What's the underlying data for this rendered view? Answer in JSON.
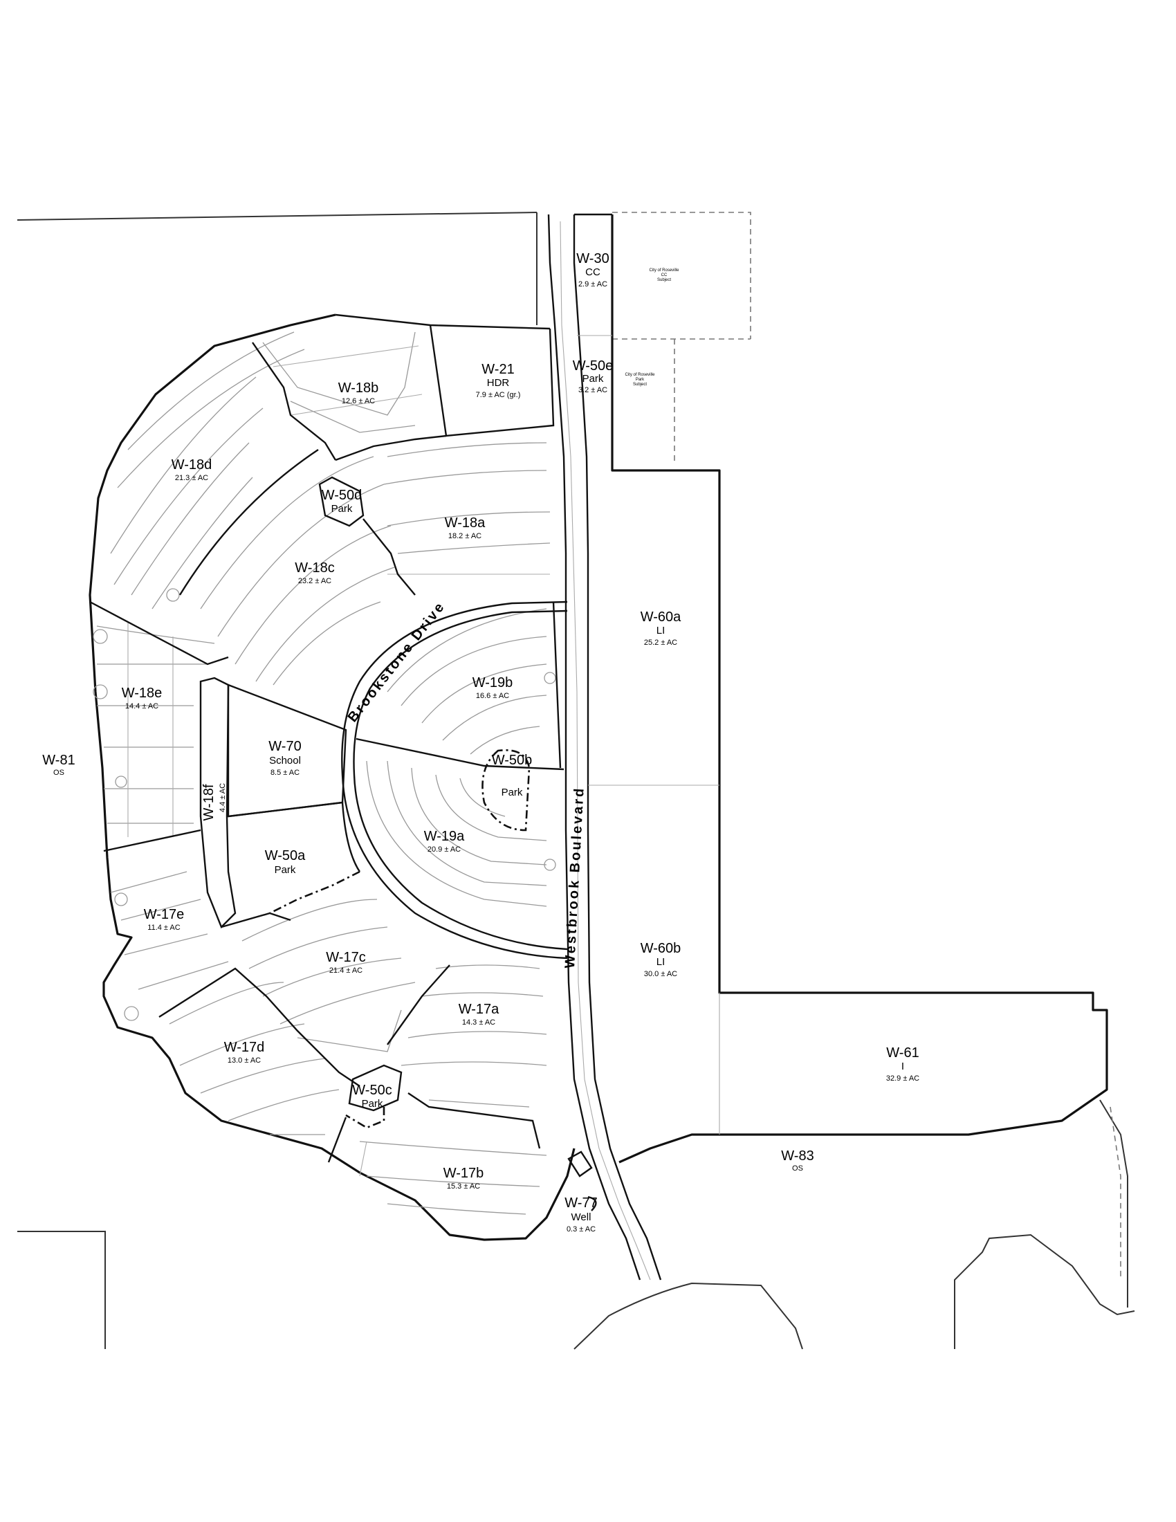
{
  "map": {
    "streets": {
      "brookstone": "Brookstone Drive",
      "westbrook": "Westbrook Boulevard"
    },
    "parcels": [
      {
        "id": "W-30",
        "use": "CC",
        "area": "2.9 ± AC"
      },
      {
        "id": "W-21",
        "use": "HDR",
        "area": "7.9 ± AC (gr.)"
      },
      {
        "id": "W-50e",
        "use": "Park",
        "area": "3.2 ± AC"
      },
      {
        "id": "W-18b",
        "use": "",
        "area": "12.6 ± AC"
      },
      {
        "id": "W-18d",
        "use": "",
        "area": "21.3 ± AC"
      },
      {
        "id": "W-50d",
        "use": "Park",
        "area": ""
      },
      {
        "id": "W-18a",
        "use": "",
        "area": "18.2 ± AC"
      },
      {
        "id": "W-18c",
        "use": "",
        "area": "23.2 ± AC"
      },
      {
        "id": "W-60a",
        "use": "LI",
        "area": "25.2 ± AC"
      },
      {
        "id": "W-19b",
        "use": "",
        "area": "16.6 ± AC"
      },
      {
        "id": "W-18e",
        "use": "",
        "area": "14.4 ± AC"
      },
      {
        "id": "W-70",
        "use": "School",
        "area": "8.5 ± AC"
      },
      {
        "id": "W-81",
        "use": "OS",
        "area": ""
      },
      {
        "id": "W-50b",
        "use": "Park",
        "area": ""
      },
      {
        "id": "W-18f",
        "use": "",
        "area": "4.4 ± AC"
      },
      {
        "id": "W-19a",
        "use": "",
        "area": "20.9 ± AC"
      },
      {
        "id": "W-50a",
        "use": "Park",
        "area": ""
      },
      {
        "id": "W-17e",
        "use": "",
        "area": "11.4 ± AC"
      },
      {
        "id": "W-17c",
        "use": "",
        "area": "21.4 ± AC"
      },
      {
        "id": "W-60b",
        "use": "LI",
        "area": "30.0 ± AC"
      },
      {
        "id": "W-17a",
        "use": "",
        "area": "14.3 ± AC"
      },
      {
        "id": "W-61",
        "use": "I",
        "area": "32.9 ± AC"
      },
      {
        "id": "W-17d",
        "use": "",
        "area": "13.0 ± AC"
      },
      {
        "id": "W-50c",
        "use": "Park",
        "area": ""
      },
      {
        "id": "W-83",
        "use": "OS",
        "area": ""
      },
      {
        "id": "W-17b",
        "use": "",
        "area": "15.3 ± AC"
      },
      {
        "id": "W-77",
        "use": "Well",
        "area": "0.3 ± AC"
      }
    ],
    "tiny_notes": {
      "roseville_a": [
        "City of Roseville",
        "CC",
        "Subject"
      ],
      "roseville_b": [
        "City of Roseville",
        "Park",
        "Subject"
      ]
    }
  }
}
